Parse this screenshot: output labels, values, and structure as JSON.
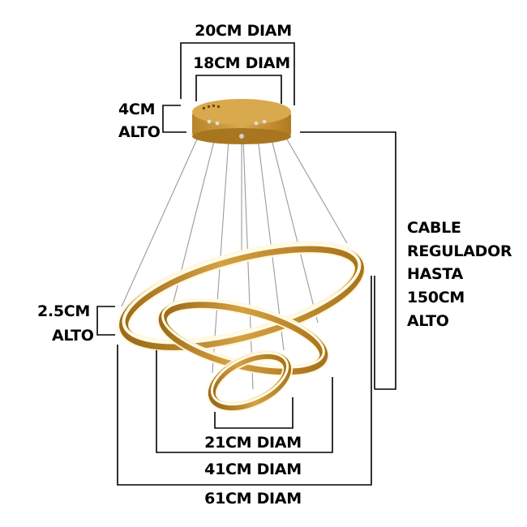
{
  "colors": {
    "gold": "#c28c24",
    "gold_dark": "#8f5f12",
    "gold_light": "#dcae52",
    "led_glow": "#fff7d8",
    "dimension_line": "#000000",
    "wire": "#9a9a9a"
  },
  "labels": {
    "canopy_outer_diam": "20CM DIAM",
    "canopy_inner_diam": "18CM DIAM",
    "canopy_height": [
      "4CM",
      "ALTO"
    ],
    "ring_height": [
      "2.5CM",
      "ALTO"
    ],
    "cable": [
      "CABLE",
      "REGULADOR",
      "HASTA",
      "150CM",
      "ALTO"
    ],
    "small_ring_diam": "21CM DIAM",
    "medium_ring_diam": "41CM DIAM",
    "large_ring_diam": "61CM DIAM"
  }
}
